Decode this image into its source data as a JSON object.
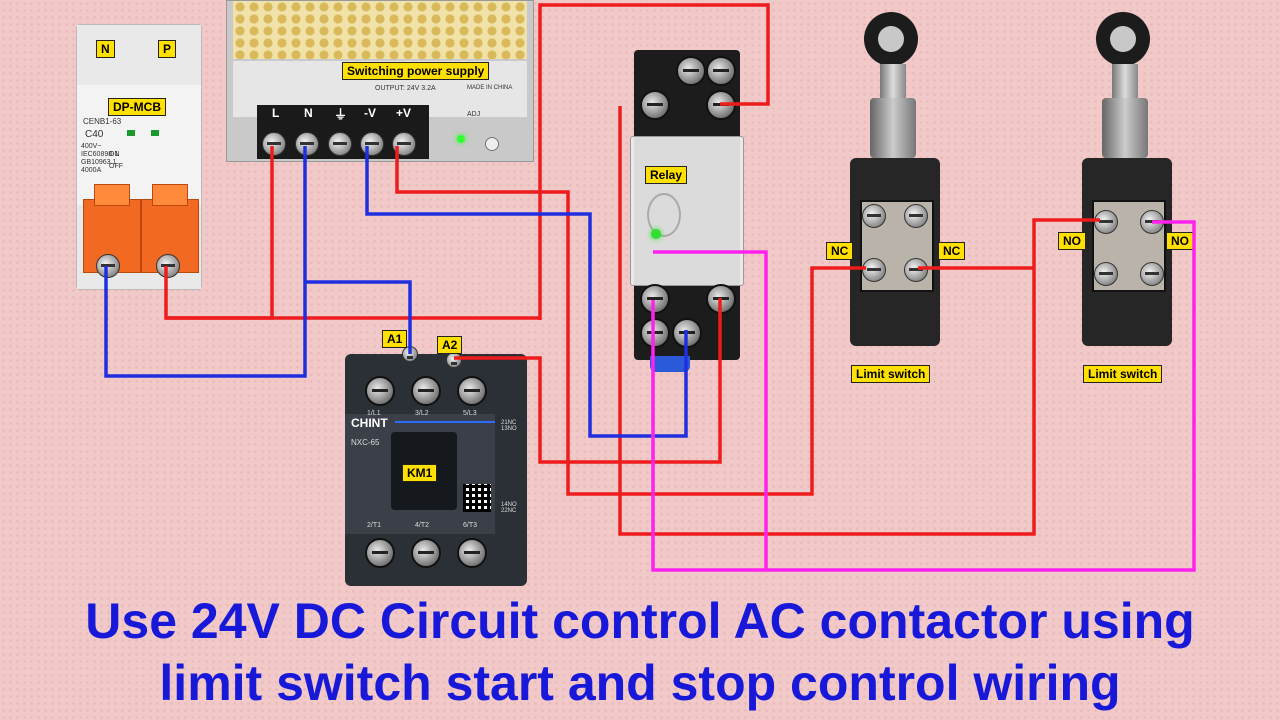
{
  "mcb": {
    "label": "DP-MCB",
    "pole_n": "N",
    "pole_p": "P",
    "model": "CENB1-63",
    "rating": "C40",
    "on": "ON",
    "off": "OFF",
    "spec_lines": [
      "400V~",
      "IEC60898-1",
      "GB10963.1",
      "4000A"
    ]
  },
  "psu": {
    "label": "Switching power supply",
    "output_text": "OUTPUT: 24V 3.2A",
    "made_in": "MADE IN CHINA",
    "terminals": [
      "L",
      "N",
      "⏚",
      "-V",
      "+V"
    ],
    "adj": "ADJ"
  },
  "relay": {
    "label": "Relay"
  },
  "contactor": {
    "label": "KM1",
    "brand": "CHINT",
    "model": "NXC-65",
    "terminal_a1": "A1",
    "terminal_a2": "A2",
    "top_marks": [
      "1/L1",
      "3/L2",
      "5/L3"
    ],
    "bottom_marks": [
      "2/T1",
      "4/T2",
      "6/T3"
    ],
    "aux_top": "21NC 13NO",
    "aux_bottom": "14NO 22NC"
  },
  "limit_switch_1": {
    "label": "Limit switch",
    "left_contact": "NC",
    "right_contact": "NC"
  },
  "limit_switch_2": {
    "label": "Limit switch",
    "left_contact": "NO",
    "right_contact": "NO"
  },
  "footer": {
    "line1": "Use 24V DC Circuit control AC contactor using",
    "line2": "limit switch start and stop control wiring"
  },
  "colors": {
    "wire_red": "#ee1c1c",
    "wire_blue": "#1f2fe0",
    "wire_magenta": "#ff22ee",
    "label_bg": "#ffe000",
    "title_text": "#1818d8"
  }
}
